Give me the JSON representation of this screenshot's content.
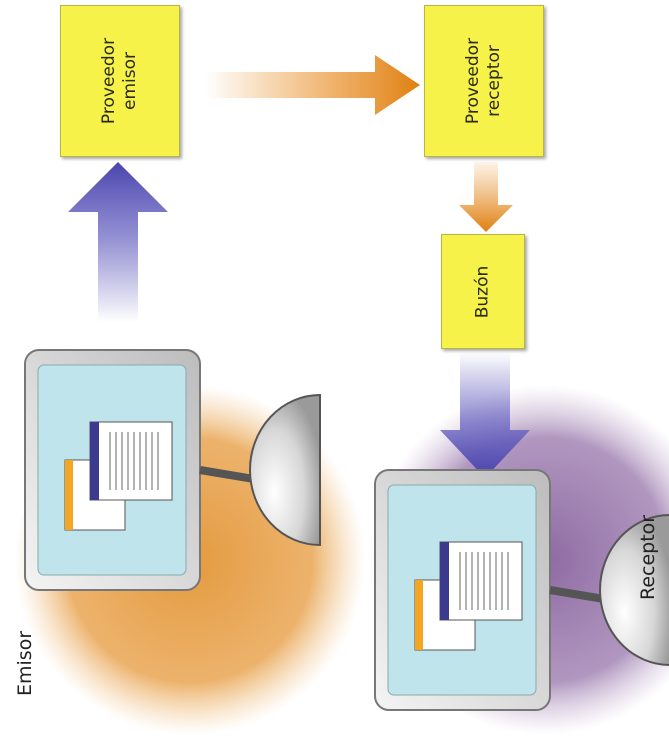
{
  "boxes": {
    "sender_provider": "Proveedor\nemisor",
    "receiver_provider": "Proveedor\nreceptor",
    "mailbox": "Buzón"
  },
  "people": {
    "sender": "Emisor",
    "receiver": "Receptor"
  },
  "colors": {
    "box_fill": "#f7f24a",
    "orange_arrow": "#e8902a",
    "blue_arrow": "#5a55b8",
    "sender_halo": "#e49a3e",
    "receiver_halo": "#9a78ad",
    "screen": "#bfe4ec"
  }
}
